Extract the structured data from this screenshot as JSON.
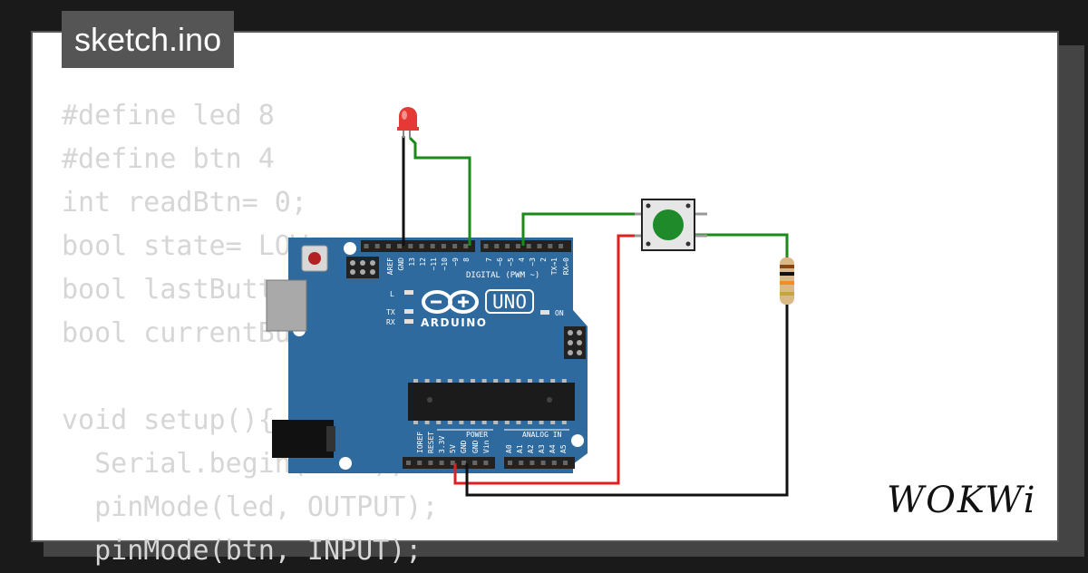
{
  "tab": {
    "filename": "sketch.ino"
  },
  "code": {
    "lines": [
      "#define led 8",
      "#define btn 4",
      "int readBtn= 0;",
      "bool state= LOW;",
      "bool lastButton = LOW;",
      "bool currentButton = LOW;",
      "",
      "void setup(){",
      "  Serial.begin(9600);",
      "  pinMode(led, OUTPUT);",
      "  pinMode(btn, INPUT);"
    ]
  },
  "board": {
    "brand": "ARDUINO",
    "model": "UNO",
    "color": "#2f6a9e",
    "labels": {
      "digital": "DIGITAL (PWM ~)",
      "power": "POWER",
      "analog": "ANALOG IN",
      "on": "ON",
      "l": "L",
      "tx": "TX",
      "rx": "RX"
    },
    "top_pins": [
      "AREF",
      "GND",
      "13",
      "12",
      "~11",
      "~10",
      "~9",
      "8",
      "7",
      "~6",
      "~5",
      "4",
      "~3",
      "2",
      "TX→1",
      "RX←0"
    ],
    "power_pins": [
      "IOREF",
      "RESET",
      "3.3V",
      "5V",
      "GND",
      "GND",
      "Vin"
    ],
    "analog_pins": [
      "A0",
      "A1",
      "A2",
      "A3",
      "A4",
      "A5"
    ]
  },
  "components": {
    "led_color": "#e53935",
    "button_color": "#1e8a2a"
  },
  "wires": {
    "green": "#1a8a1a",
    "red": "#e02020",
    "black": "#111111"
  },
  "logo": {
    "text": "WOKWi"
  }
}
